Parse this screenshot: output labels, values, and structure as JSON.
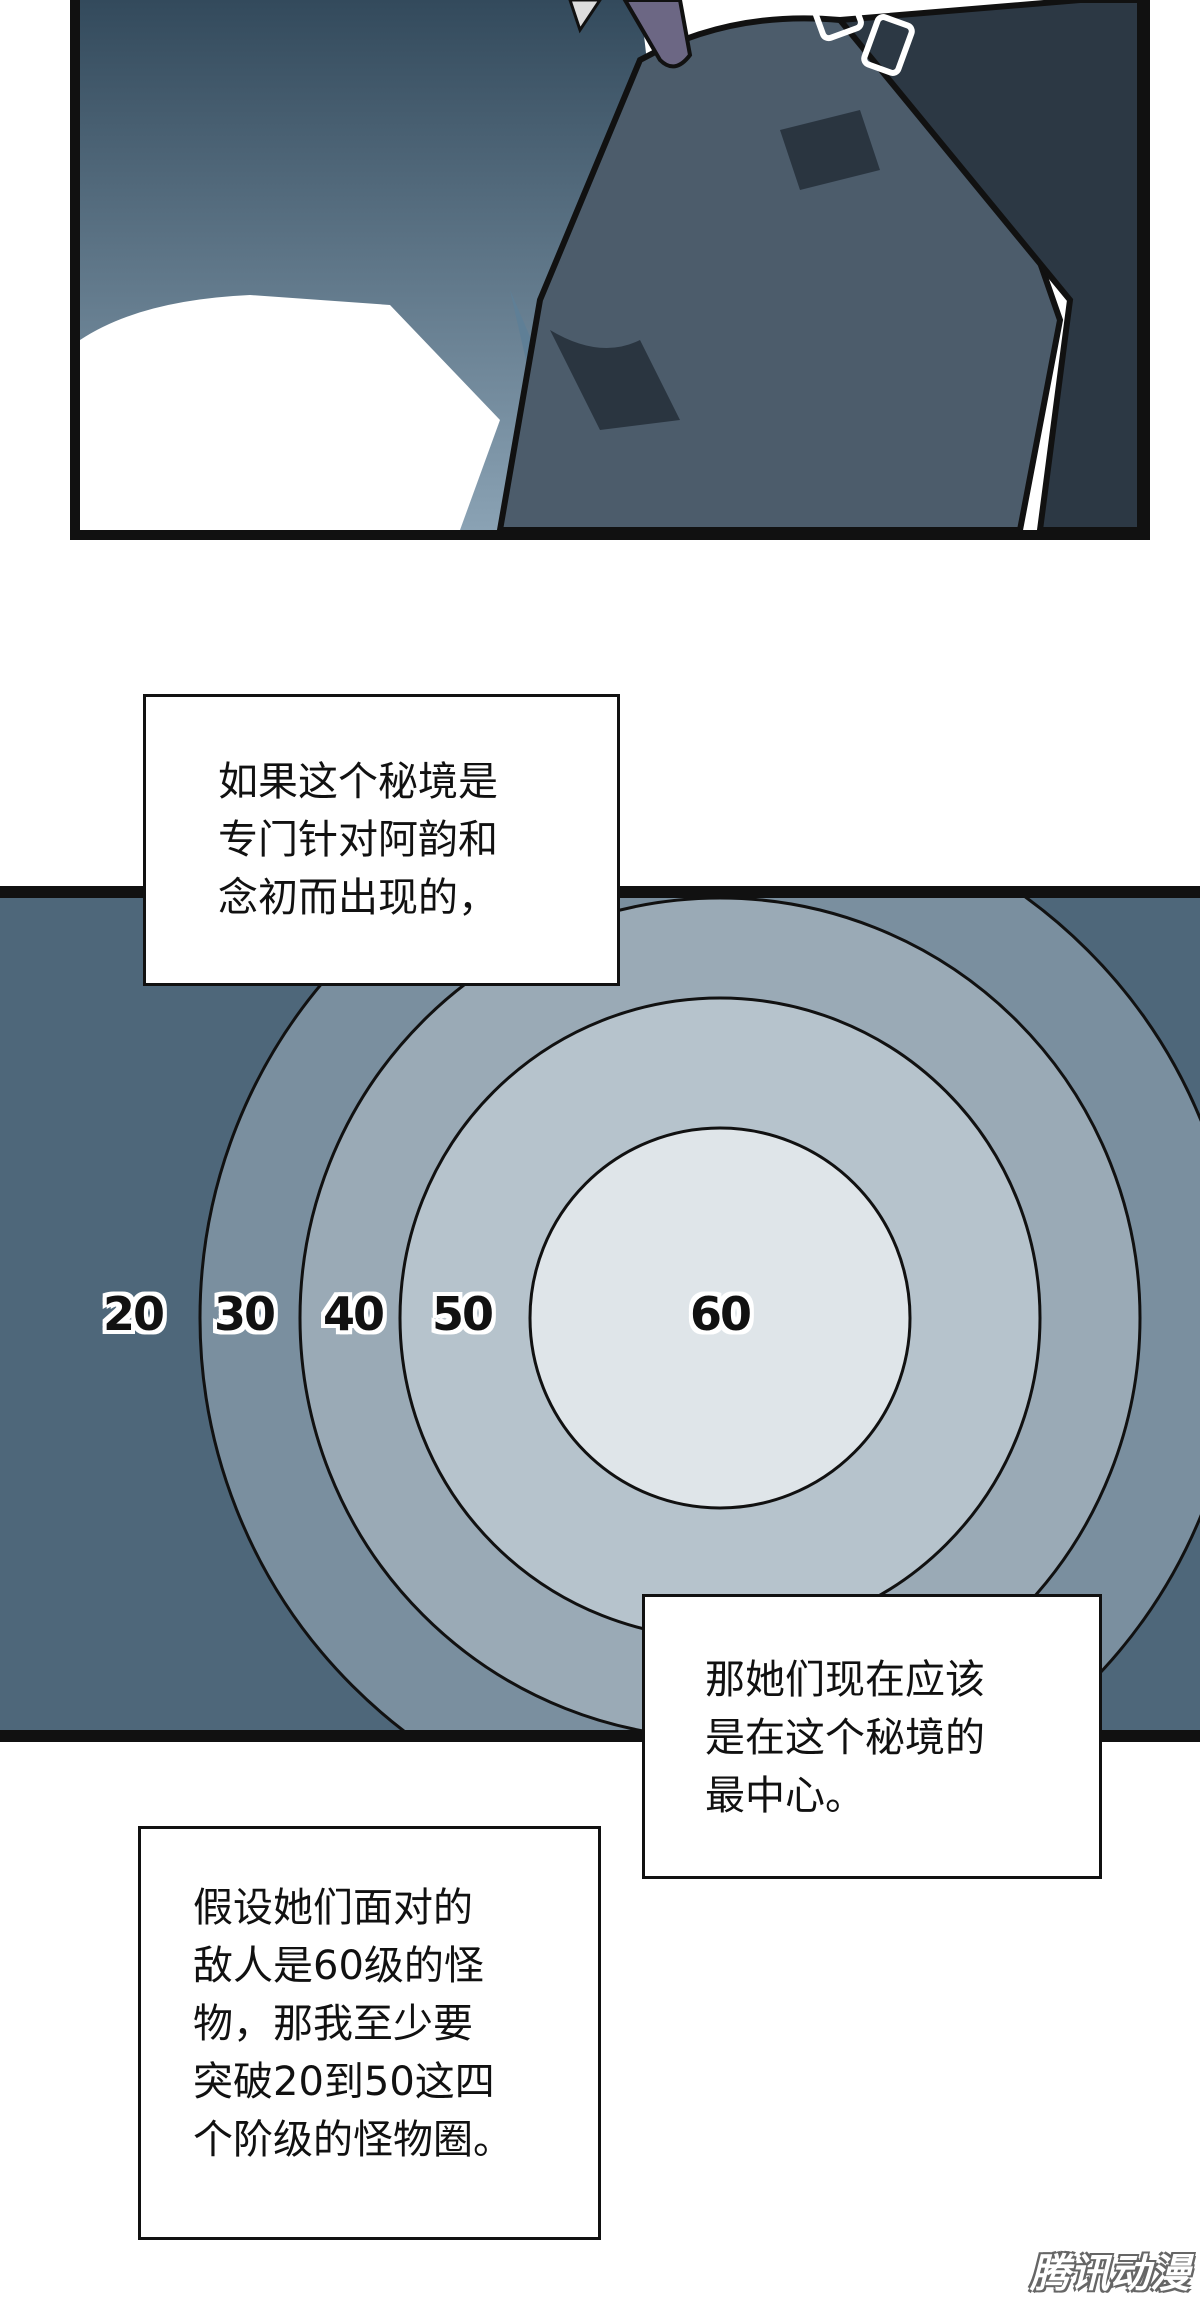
{
  "bubbles": {
    "first": "如果这个秘境是\n专门针对阿韵和\n念初而出现的，",
    "second": "那她们现在应该\n是在这个秘境的\n最中心。",
    "third": "假设她们面对的\n敌人是60级的怪\n物，那我至少要\n突破20到50这四\n个阶级的怪物圈。"
  },
  "rings": {
    "labels": [
      "20",
      "30",
      "40",
      "50",
      "60"
    ]
  },
  "watermark": "腾讯动漫",
  "colors": {
    "band": "#4e677a",
    "ring1": "#7a8f9f",
    "ring2": "#9aaab6",
    "ring3": "#b6c3cc",
    "core": "#dfe5e9"
  }
}
